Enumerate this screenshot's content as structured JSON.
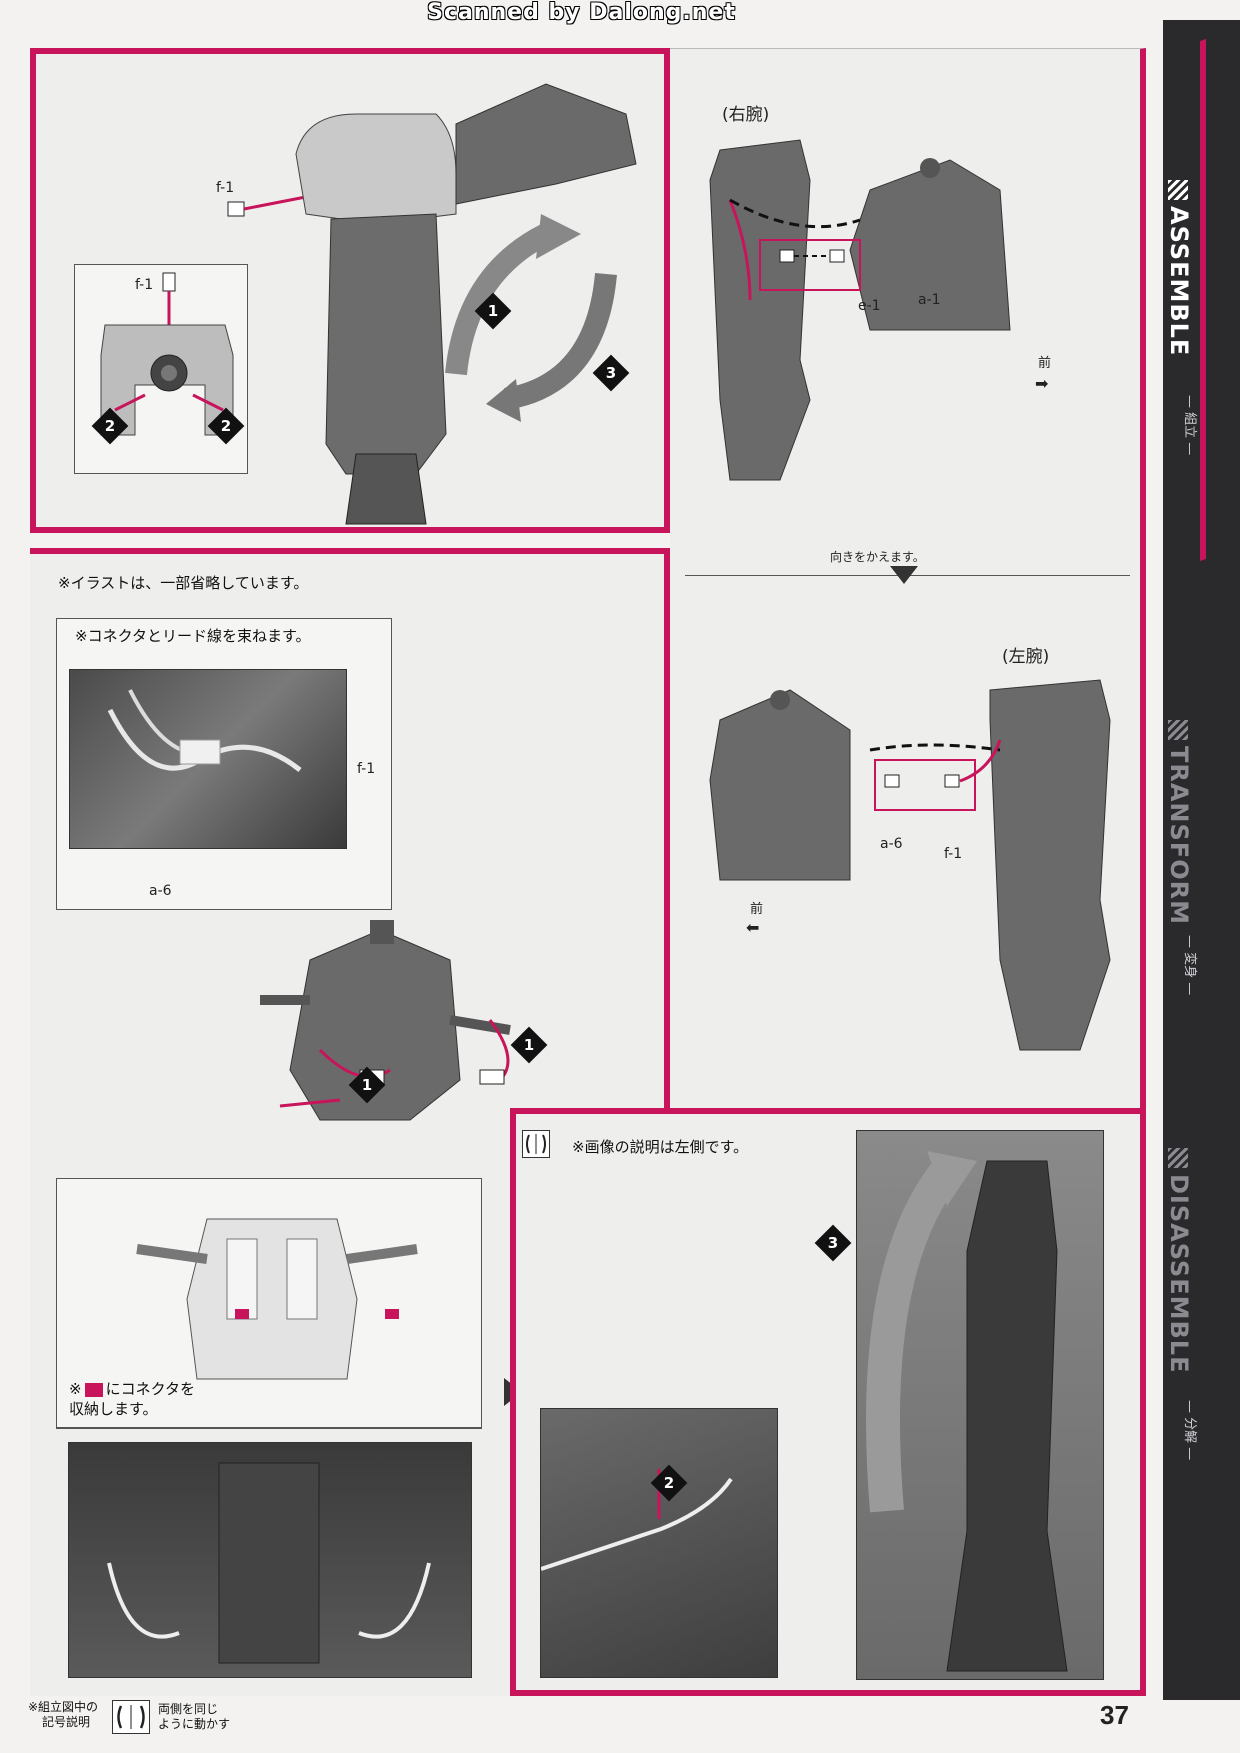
{
  "header": {
    "scan_credit": "Scanned by Dalong.net"
  },
  "panel1": {
    "f1_label": "f-1",
    "f1_label_inset": "f-1",
    "step1": "1",
    "step2": "2",
    "step3": "3"
  },
  "panel2": {
    "right_arm": "(右腕)",
    "e1": "e-1",
    "a1": "a-1",
    "front1": "前",
    "turn_note": "向きをかえます。",
    "left_arm": "(左腕)",
    "a6": "a-6",
    "f1": "f-1",
    "front2": "前"
  },
  "panel3": {
    "note_illustration": "※イラストは、一部省略しています。",
    "note_bundle": "※コネクタとリード線を束ねます。",
    "f1": "f-1",
    "a6": "a-6",
    "step1": "1",
    "note_store_prefix": "※",
    "note_store_line1": "にコネクタを",
    "note_store_line2": "収納します。"
  },
  "panel4": {
    "note_left": "※画像の説明は左側です。",
    "step2": "2",
    "step3": "3"
  },
  "sidebar": {
    "assemble": "ASSEMBLE",
    "assemble_jp": "— 組立 —",
    "transform": "TRANSFORM",
    "transform_jp": "— 変身 —",
    "disassemble": "DISASSEMBLE",
    "disassemble_jp": "— 分解 —"
  },
  "footer": {
    "legend_line1": "※組立図中の",
    "legend_line2": "記号説明",
    "symbol_line1": "両側を同じ",
    "symbol_line2": "ように動かす",
    "page_number": "37"
  },
  "colors": {
    "accent": "#c8145a",
    "sidebar": "#2a2a2d"
  },
  "icons": [
    "arrow-icon",
    "connector-icon",
    "symmetry-icon",
    "hatch-icon"
  ]
}
